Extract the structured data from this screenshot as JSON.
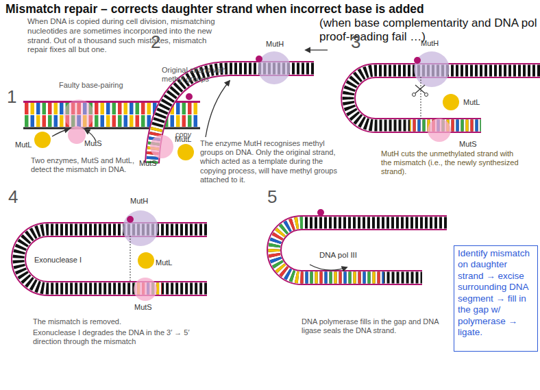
{
  "diagram": {
    "title": "Mismatch repair – corrects daughter strand when incorrect base is added",
    "nodes": [
      {
        "text": [
          "Identify mismatch on daughter strand → excise surrounding DNA segment → fill in the gap w/ polymerase → ligate."
        ]
      }
    ],
    "labels": [
      "(when base complementarity and DNA pol proof-reading fail …)",
      "When DNA is copied during cell division, mismatching nucleotides are sometimes incorporated into the new strand. Out of a thousand such mistakes, mismatch repair fixes all but one.",
      "Original strand with methyl groups",
      "Faulty base-pairing",
      "1",
      "copy",
      "MutL",
      "MutS",
      "Two enzymes, MutS and MutL, detect the mismatch in DNA.",
      "2",
      "MutH",
      "MutL",
      "MutS",
      "The enzyme MutH recognises methyl groups on DNA. Only the original strand, which acted as a template during the copying process, will have methyl groups attached to it.",
      "3",
      "MutH",
      "MutL",
      "MutS",
      "MutH cuts the unmethylated strand with the mismatch (i.e., the newly synthesized strand).",
      "4",
      "MutH",
      "Exonuclease I",
      "MutL",
      "MutS",
      "The mismatch is removed.",
      "Exonuclease I degrades the DNA in the 3′ → 5′ direction through the mismatch",
      "5",
      "DNA pol III",
      "DNA polymerase fills in the gap and DNA ligase seals the DNA strand."
    ]
  }
}
